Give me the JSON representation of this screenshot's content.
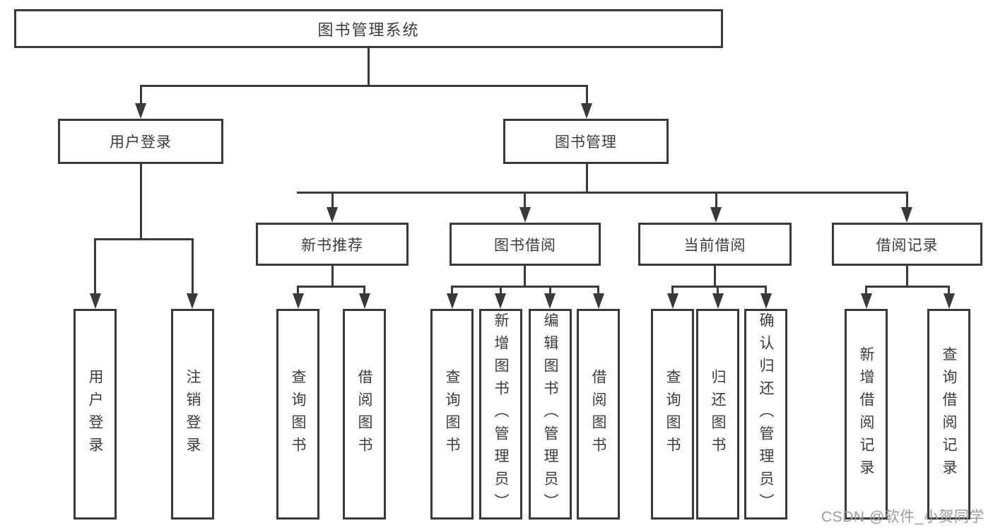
{
  "tree": {
    "root": {
      "label": "图书管理系统"
    },
    "level2": [
      {
        "label": "用户登录",
        "children": [
          {
            "label": "用户登录"
          },
          {
            "label": "注销登录"
          }
        ]
      },
      {
        "label": "图书管理",
        "children": [
          {
            "label": "新书推荐",
            "children": [
              {
                "label": "查询图书"
              },
              {
                "label": "借阅图书"
              }
            ]
          },
          {
            "label": "图书借阅",
            "children": [
              {
                "label": "查询图书"
              },
              {
                "label": "新增图书（管理员）"
              },
              {
                "label": "编辑图书（管理员）"
              },
              {
                "label": "借阅图书"
              }
            ]
          },
          {
            "label": "当前借阅",
            "children": [
              {
                "label": "查询图书"
              },
              {
                "label": "归还图书"
              },
              {
                "label": "确认归还（管理员）"
              }
            ]
          },
          {
            "label": "借阅记录",
            "children": [
              {
                "label": "新增借阅记录"
              },
              {
                "label": "查询借阅记录"
              }
            ]
          }
        ]
      }
    ]
  },
  "watermark": {
    "text": "CSDN @软件_小贺同学"
  },
  "colors": {
    "line": "#3a3a3a",
    "text": "#3c3c3c",
    "watermark": "#9c9c9c",
    "background": "#ffffff"
  }
}
